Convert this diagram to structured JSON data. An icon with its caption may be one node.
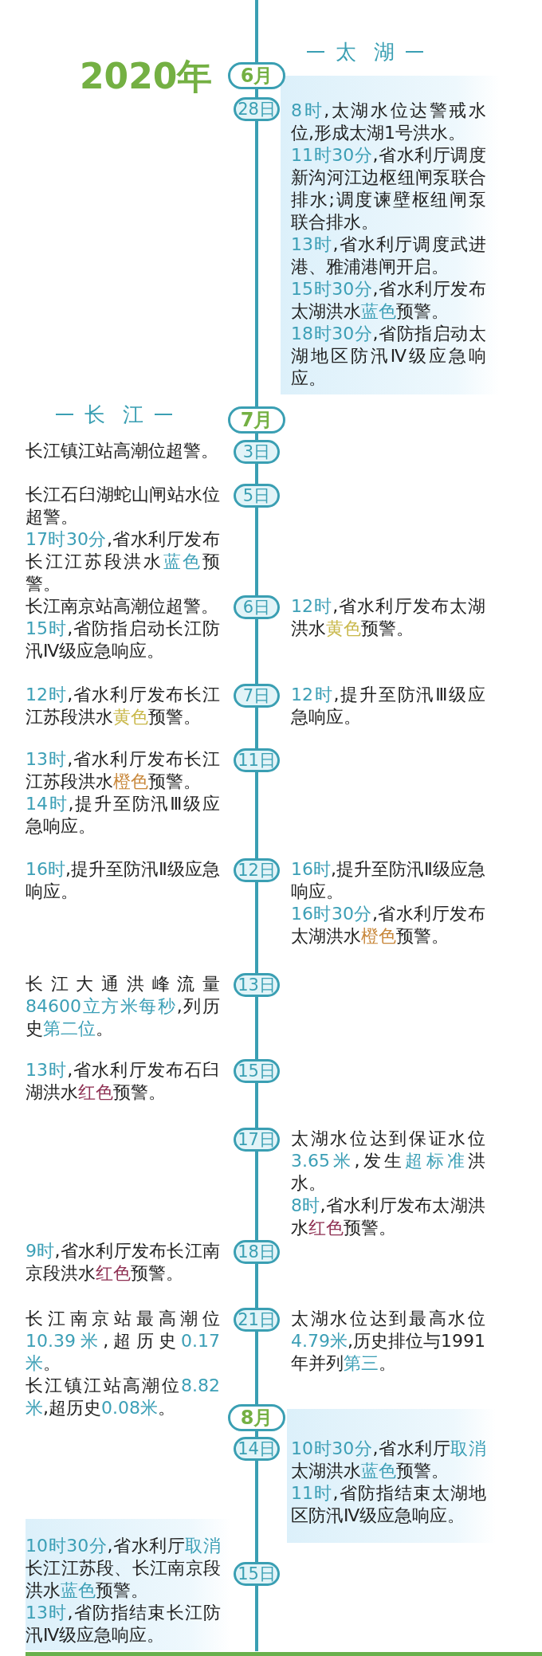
{
  "diagram": {
    "nodes": [
      {
        "text": [
          "6月"
        ]
      },
      {
        "text": [
          "28日"
        ]
      },
      {
        "text": [
          "**8时**,太湖水位达警戒水位,形成太湖1号洪水。",
          "**11时30分**,省水利厅调度新沟河江边枢纽闸泵联合排水;调度谏壁枢纽闸泵联合排水。",
          "**13时**,省水利厅调度武进港、雅浦港闸开启。",
          "**15时30分**,省水利厅发布太湖洪水**蓝色**预警。",
          "**18时30分**,省防指启动太湖地区防汛Ⅳ级应急响应。"
        ]
      },
      {
        "text": [
          "7月"
        ]
      },
      {
        "text": [
          "3日"
        ],
        "beside": [
          "长江镇江站高潮位超警。"
        ]
      },
      {
        "text": [
          "5日"
        ],
        "beside": [
          "长江石臼湖蛇山闸站水位超警。",
          "**17时30分**,省水利厅发布长江江苏段洪水**蓝色**预警。"
        ]
      },
      {
        "text": [
          "6日"
        ],
        "beside": [
          "长江南京站高潮位超警。",
          "**15时**,省防指启动长江防汛Ⅳ级应急响应。",
          "**12时**,省水利厅发布太湖洪水**黄色**预警。"
        ]
      },
      {
        "text": [
          "7日"
        ],
        "beside": [
          "**12时**,省水利厅发布长江江苏段洪水**黄色**预警。",
          "**12时**,提升至防汛Ⅲ级应急响应。"
        ]
      },
      {
        "text": [
          "11日"
        ],
        "beside": [
          "**13时**,省水利厅发布长江江苏段洪水**橙色**预警。",
          "**14时**,提升至防汛Ⅲ级应急响应。"
        ]
      },
      {
        "text": [
          "12日"
        ],
        "beside": [
          "**16时**,提升至防汛Ⅱ级应急响应。",
          "**16时**,提升至防汛Ⅱ级应急响应。",
          "**16时30分**,省水利厅发布太湖洪水**橙色**预警。"
        ]
      },
      {
        "text": [
          "13日"
        ],
        "beside": [
          "长江大通洪峰流量**84600立方米每秒**,列历史**第二位**。"
        ]
      },
      {
        "text": [
          "15日"
        ],
        "beside": [
          "**13时**,省水利厅发布石臼湖洪水**红色**预警。"
        ]
      },
      {
        "text": [
          "17日"
        ],
        "beside": [
          "太湖水位达到保证水位**3.65米**,发生**超标准**洪水。",
          "**8时**,省水利厅发布太湖洪水**红色**预警。"
        ]
      },
      {
        "text": [
          "18日"
        ],
        "beside": [
          "**9时**,省水利厅发布长江南京段洪水**红色**预警。"
        ]
      },
      {
        "text": [
          "21日"
        ],
        "beside": [
          "长江南京站最高潮位**10.39米**,超历史**0.17米**。",
          "长江镇江站高潮位**8.82米**,超历史**0.08米**。",
          "太湖水位达到最高水位**4.79米**,历史排位与1991年并列**第三**。"
        ]
      },
      {
        "text": [
          "8月"
        ]
      },
      {
        "text": [
          "14日"
        ]
      },
      {
        "text": [
          "**10时30分**,省水利厅**取消**太湖洪水**蓝色**预警。",
          "**11时**,省防指结束太湖地区防汛Ⅳ级应急响应。"
        ]
      },
      {
        "text": [
          "15日"
        ]
      },
      {
        "text": [
          "**10时30分**,省水利厅**取消**长江江苏段、长江南京段洪水**蓝色**预警。",
          "**13时**,省防指结束长江防汛Ⅳ级应急响应。"
        ]
      }
    ],
    "labels": [
      "2020年",
      "太湖",
      "长江"
    ]
  }
}
